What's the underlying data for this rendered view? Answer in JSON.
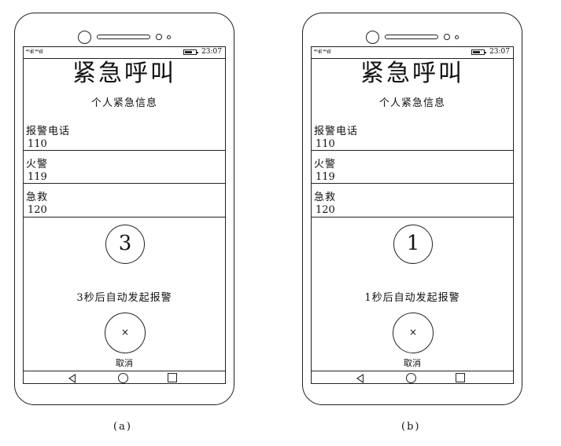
{
  "screens": [
    {
      "status": {
        "signal": "⁴ᴳıll ⁴ᴳıll",
        "time": "23:07"
      },
      "title": "紧急呼叫",
      "subtitle": "个人紧急信息",
      "contacts": [
        {
          "label": "报警电话",
          "number": "110"
        },
        {
          "label": "火警",
          "number": "119"
        },
        {
          "label": "急救",
          "number": "120"
        }
      ],
      "countdown_number": "3",
      "countdown_text": "3秒后自动发起报警",
      "cancel_icon": "×",
      "cancel_label": "取消",
      "caption": "(a)"
    },
    {
      "status": {
        "signal": "⁴ᴳıll ⁴ᴳıll",
        "time": "23:07"
      },
      "title": "紧急呼叫",
      "subtitle": "个人紧急信息",
      "contacts": [
        {
          "label": "报警电话",
          "number": "110"
        },
        {
          "label": "火警",
          "number": "119"
        },
        {
          "label": "急救",
          "number": "120"
        }
      ],
      "countdown_number": "1",
      "countdown_text": "1秒后自动发起报警",
      "cancel_icon": "×",
      "cancel_label": "取消",
      "caption": "(b)"
    }
  ],
  "icons": {
    "signal": "signal-icon",
    "battery": "battery-icon",
    "cancel": "close-icon",
    "nav_back": "back-triangle-icon",
    "nav_home": "home-circle-icon",
    "nav_recent": "recent-square-icon"
  }
}
